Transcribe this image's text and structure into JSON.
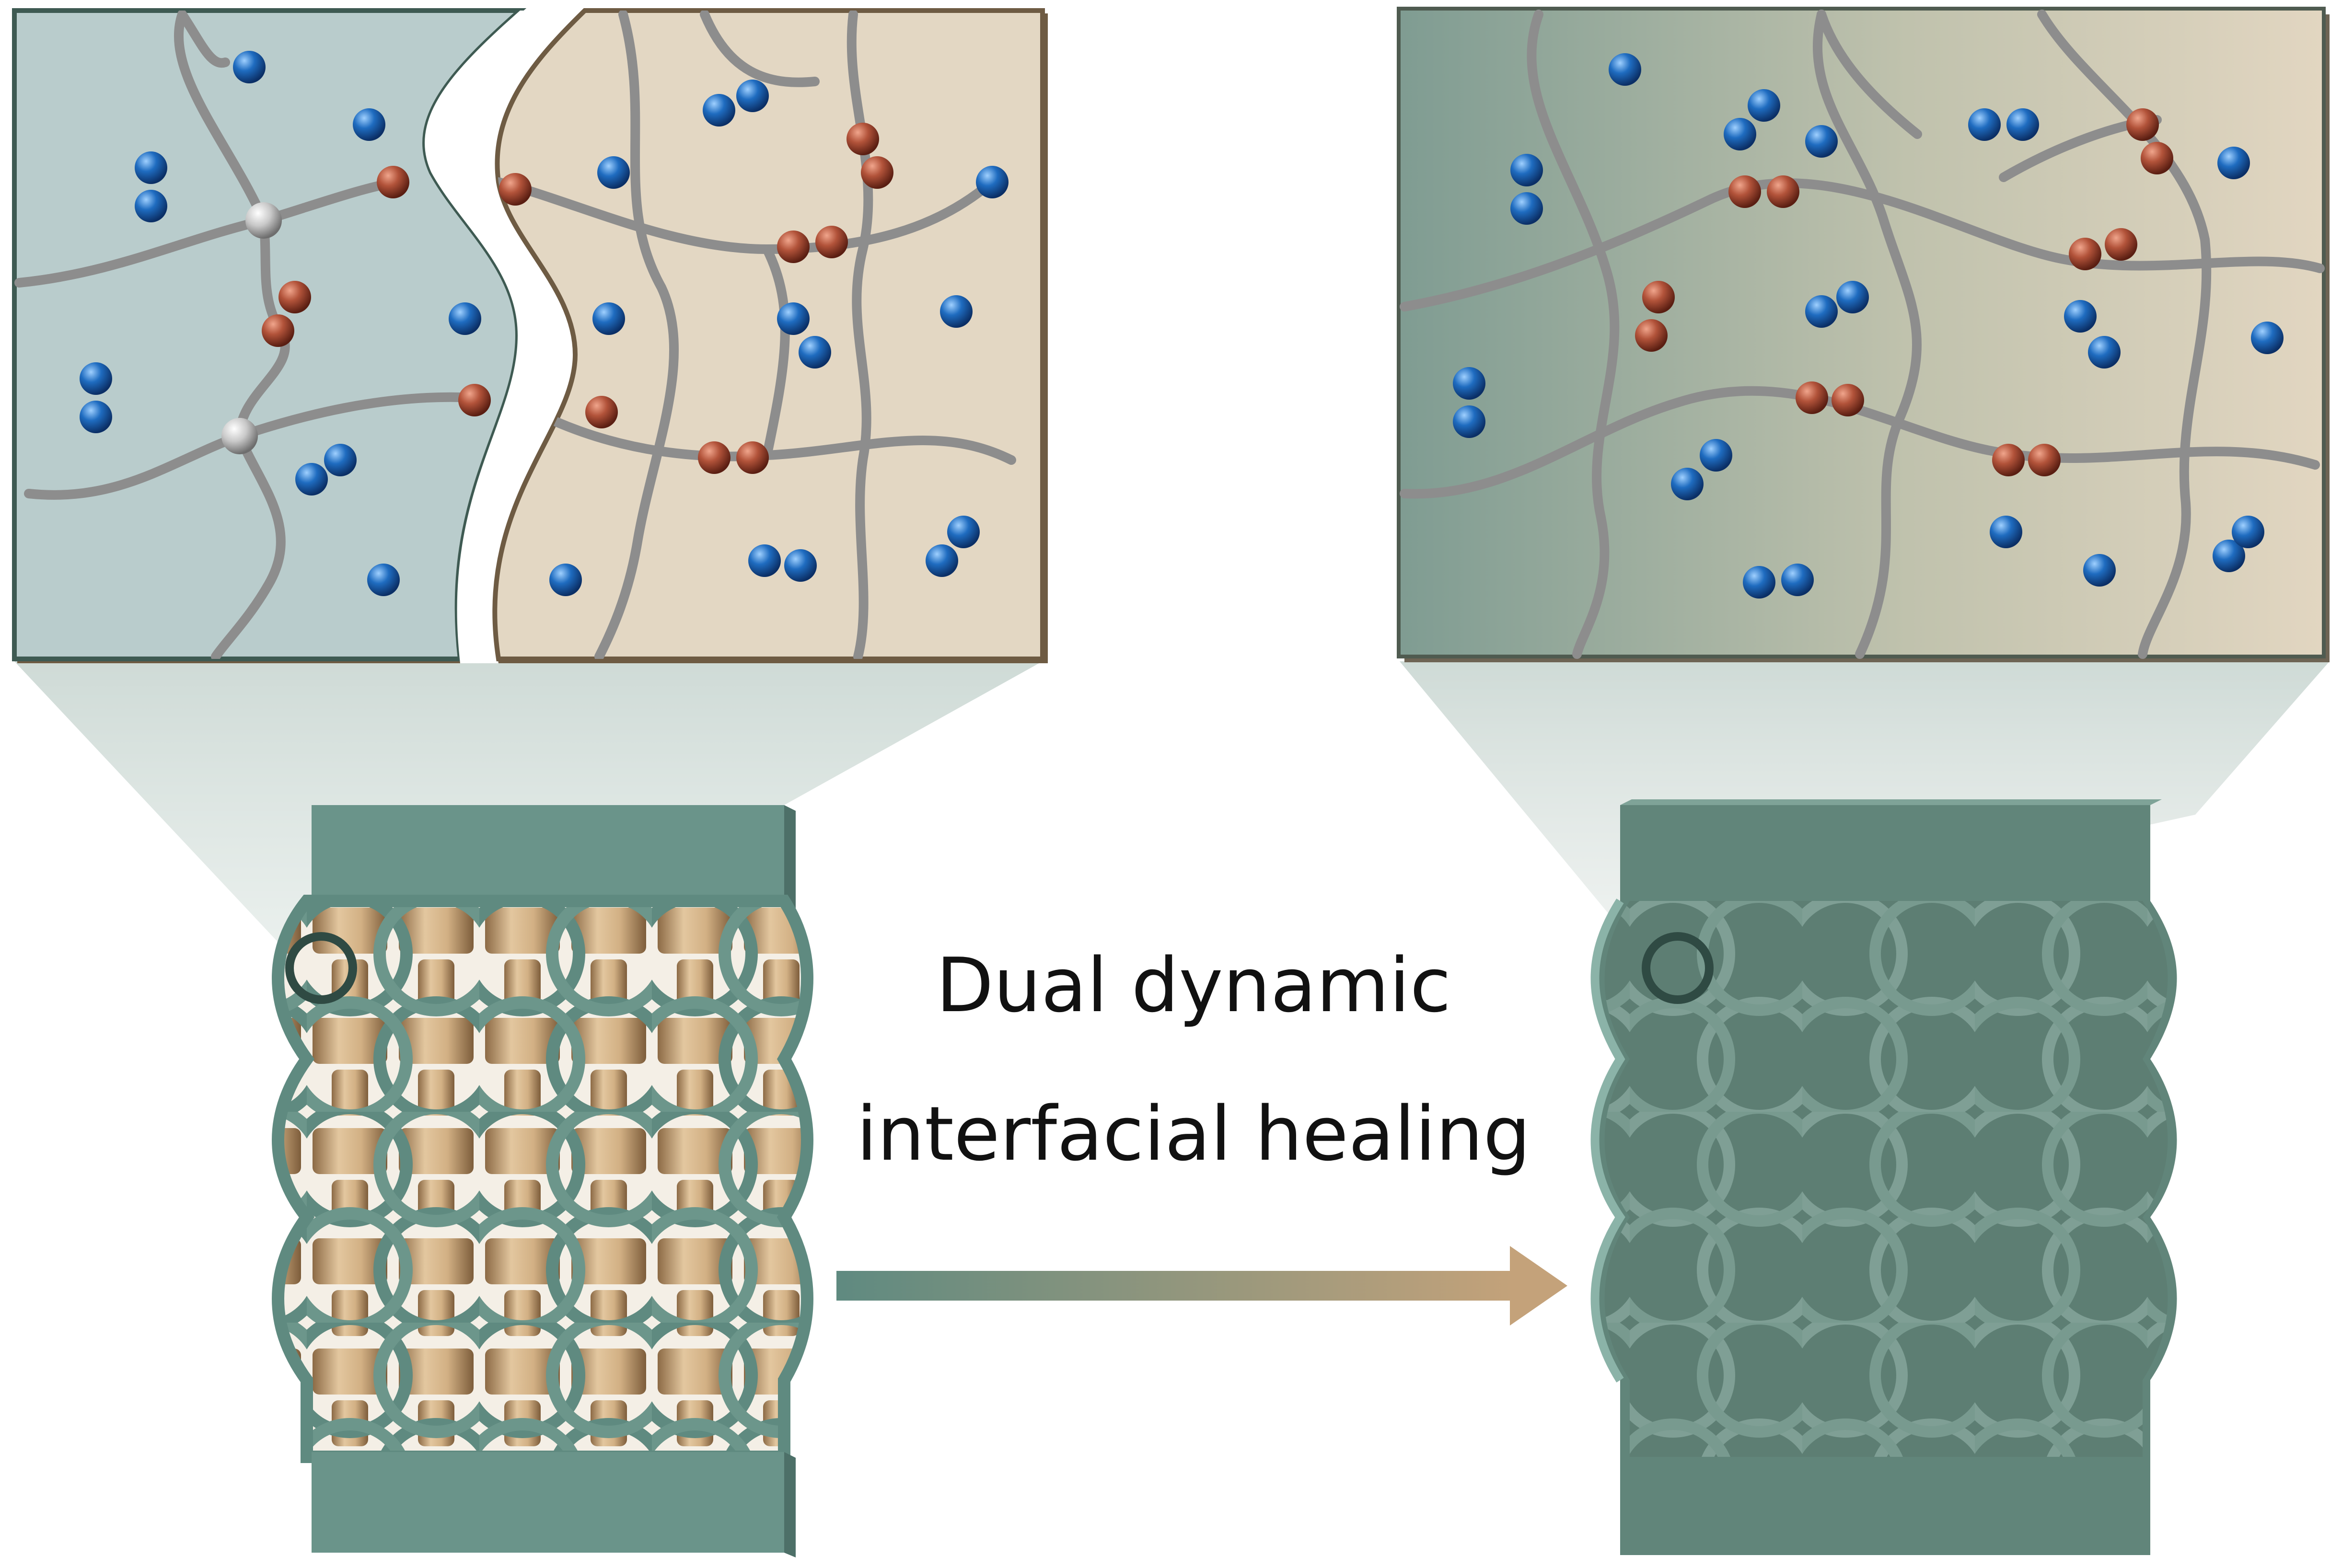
{
  "caption": {
    "line1": "Dual dynamic",
    "line2": "interfacial healing"
  },
  "colors": {
    "matrix_a": "#b9cccc",
    "matrix_b": "#e3d7c3",
    "frame_teal": "#5f8a80",
    "weave_tan": "#c9a67c",
    "chain_gray": "#8f8f8f",
    "bead_blue": "#1a5fa8",
    "bead_red": "#a84a34",
    "node_silver": "#cfcfcf",
    "arrow_start": "#5f8a80",
    "arrow_end": "#c4a27a"
  },
  "legend_icons": {
    "blue_bead": "sphere-blue",
    "red_bead": "sphere-red",
    "crosslink_node": "sphere-silver",
    "zoom_marker": "circle-outline"
  }
}
